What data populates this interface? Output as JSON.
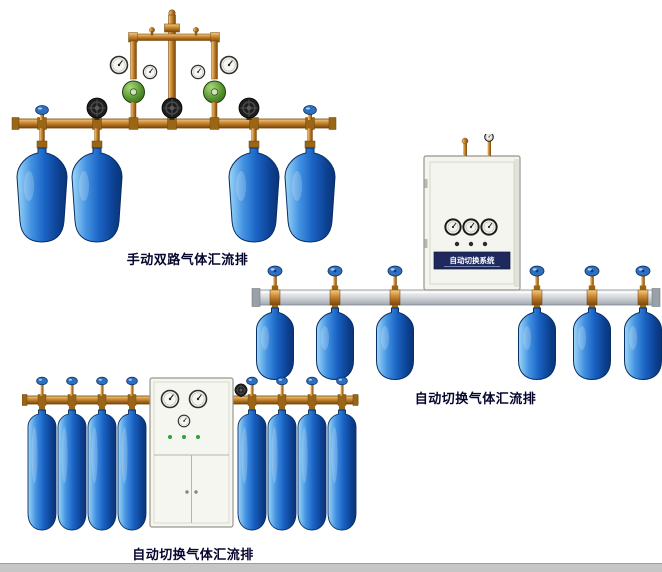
{
  "page": {
    "background": "#ffffff",
    "bottom_bar_color": "#c6c6c6"
  },
  "colors": {
    "cylinder_blue": "#1a63c4",
    "cylinder_blue_dark": "#0a3576",
    "cylinder_highlight": "#9ed7f7",
    "brass_pipe": "#a5671a",
    "regulator_green": "#55922e",
    "rail_silver": "#c9ccd1",
    "cabinet_body": "#f5f5ef",
    "cabinet_panel_navy": "#1e2a5e",
    "label_text": "#06062e"
  },
  "figures": [
    {
      "id": "manual-dual-manifold",
      "label": "手动双路气体汇流排",
      "cylinder_count": 4
    },
    {
      "id": "auto-switch-manifold-right",
      "label": "自动切换气体汇流排",
      "cabinet_text": "自动切换系统",
      "cylinder_count": 6
    },
    {
      "id": "auto-switch-manifold-bottom",
      "label": "自动切换气体汇流排",
      "cylinder_count": 8
    }
  ]
}
